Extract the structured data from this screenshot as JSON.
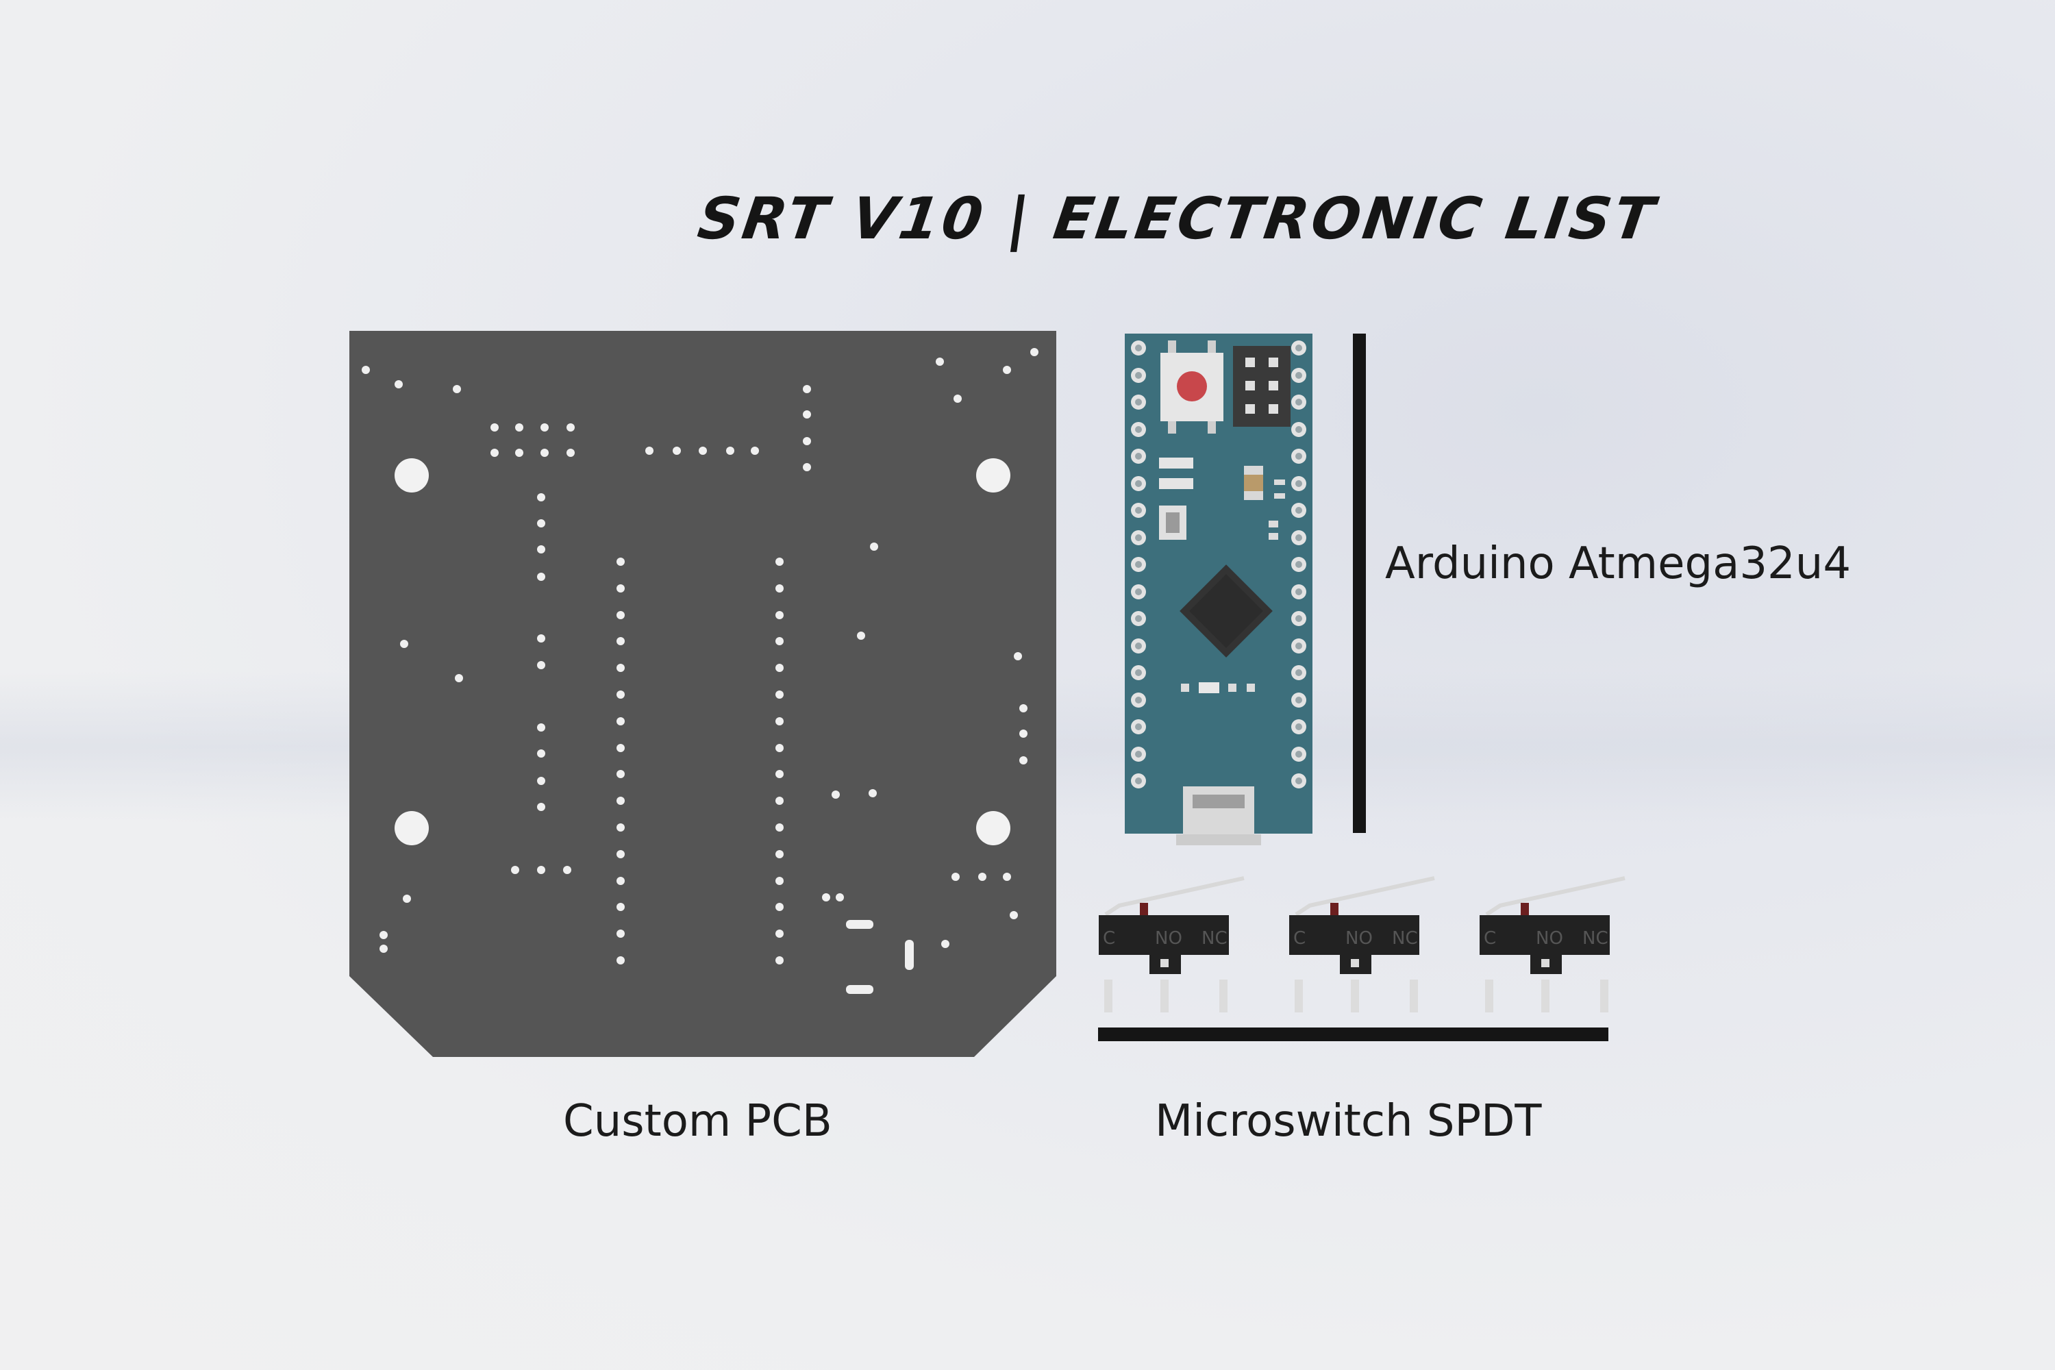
{
  "title": "SRT V10 | ELECTRONIC LIST",
  "components": {
    "pcb": {
      "label": "Custom PCB"
    },
    "arduino": {
      "label": "Arduino Atmega32u4"
    },
    "microswitch": {
      "label": "Microswitch SPDT",
      "pin_labels": [
        "C",
        "NO",
        "NC"
      ]
    }
  },
  "colors": {
    "pcb": "#555555",
    "arduino_board": "#3d6f7c",
    "reset_button": "#c8474b",
    "switch_body": "#222222",
    "bracket_bar": "#151515"
  }
}
